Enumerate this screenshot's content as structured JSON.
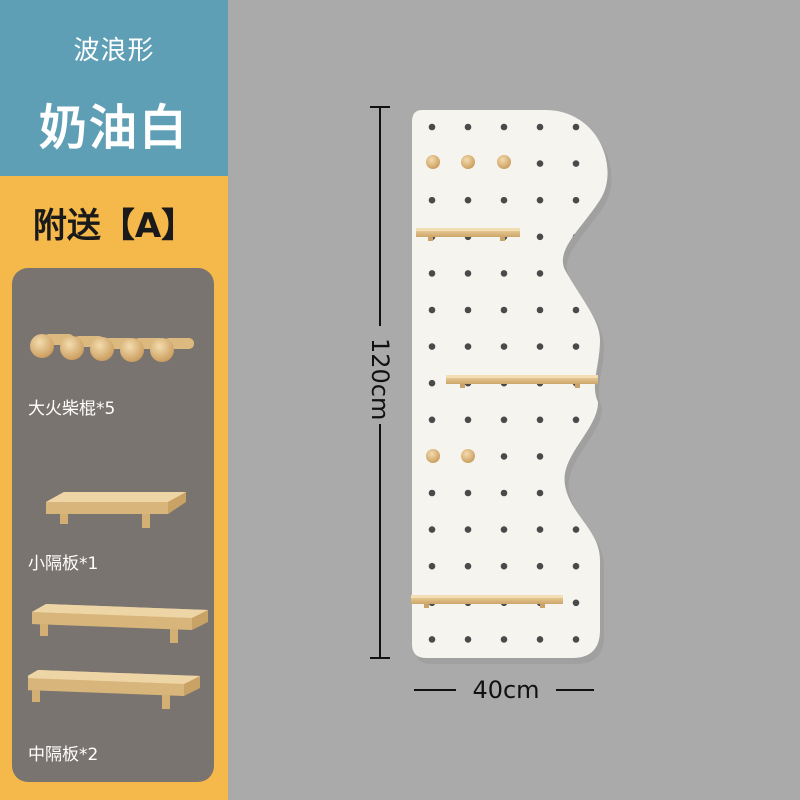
{
  "header": {
    "subtitle": "波浪形",
    "title": "奶油白"
  },
  "gift": {
    "title": "附送【A】",
    "items": [
      {
        "label": "大火柴棍*5",
        "icon": "wooden-peg-icon"
      },
      {
        "label": "小隔板*1",
        "icon": "small-shelf-icon"
      },
      {
        "label": "中隔板*2",
        "icon": "medium-shelf-icon"
      }
    ]
  },
  "product": {
    "height_label": "120cm",
    "width_label": "40cm",
    "board_color": "#f6f4ef",
    "hole_color": "#4a4a4a",
    "wood_color": "#e3c38d"
  },
  "colors": {
    "background": "#aaaaaa",
    "header_bg": "#5f9fb6",
    "accent_yellow": "#f5b84a",
    "panel_gray": "#7a7471"
  }
}
